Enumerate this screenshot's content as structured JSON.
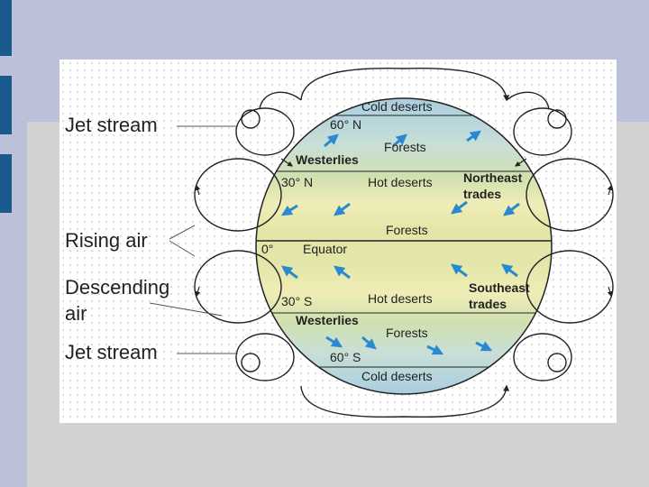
{
  "labels": {
    "jet_stream_top": "Jet stream",
    "rising_air": "Rising air",
    "descending_air_1": "Descending",
    "descending_air_2": "air",
    "jet_stream_bottom": "Jet stream",
    "cold_deserts_n": "Cold deserts",
    "lat_60n": "60° N",
    "forests_n": "Forests",
    "westerlies_n": "Westerlies",
    "lat_30n": "30° N",
    "hot_deserts_n": "Hot deserts",
    "northeast_trades_1": "Northeast",
    "northeast_trades_2": "trades",
    "forests_eq": "Forests",
    "lat_0": "0°",
    "equator": "Equator",
    "lat_30s": "30° S",
    "hot_deserts_s": "Hot deserts",
    "southeast_trades_1": "Southeast",
    "southeast_trades_2": "trades",
    "westerlies_s": "Westerlies",
    "forests_s": "Forests",
    "lat_60s": "60° S",
    "cold_deserts_s": "Cold deserts"
  },
  "colors": {
    "background": "#bcc1da",
    "slide_area": "#d2d2d2",
    "accent_bar": "#1a5a8c",
    "polar_blue": "#a9cde0",
    "temperate_green": "#cfe0b0",
    "desert_yellow": "#efedb6",
    "arrow_blue": "#2a8ad0"
  }
}
